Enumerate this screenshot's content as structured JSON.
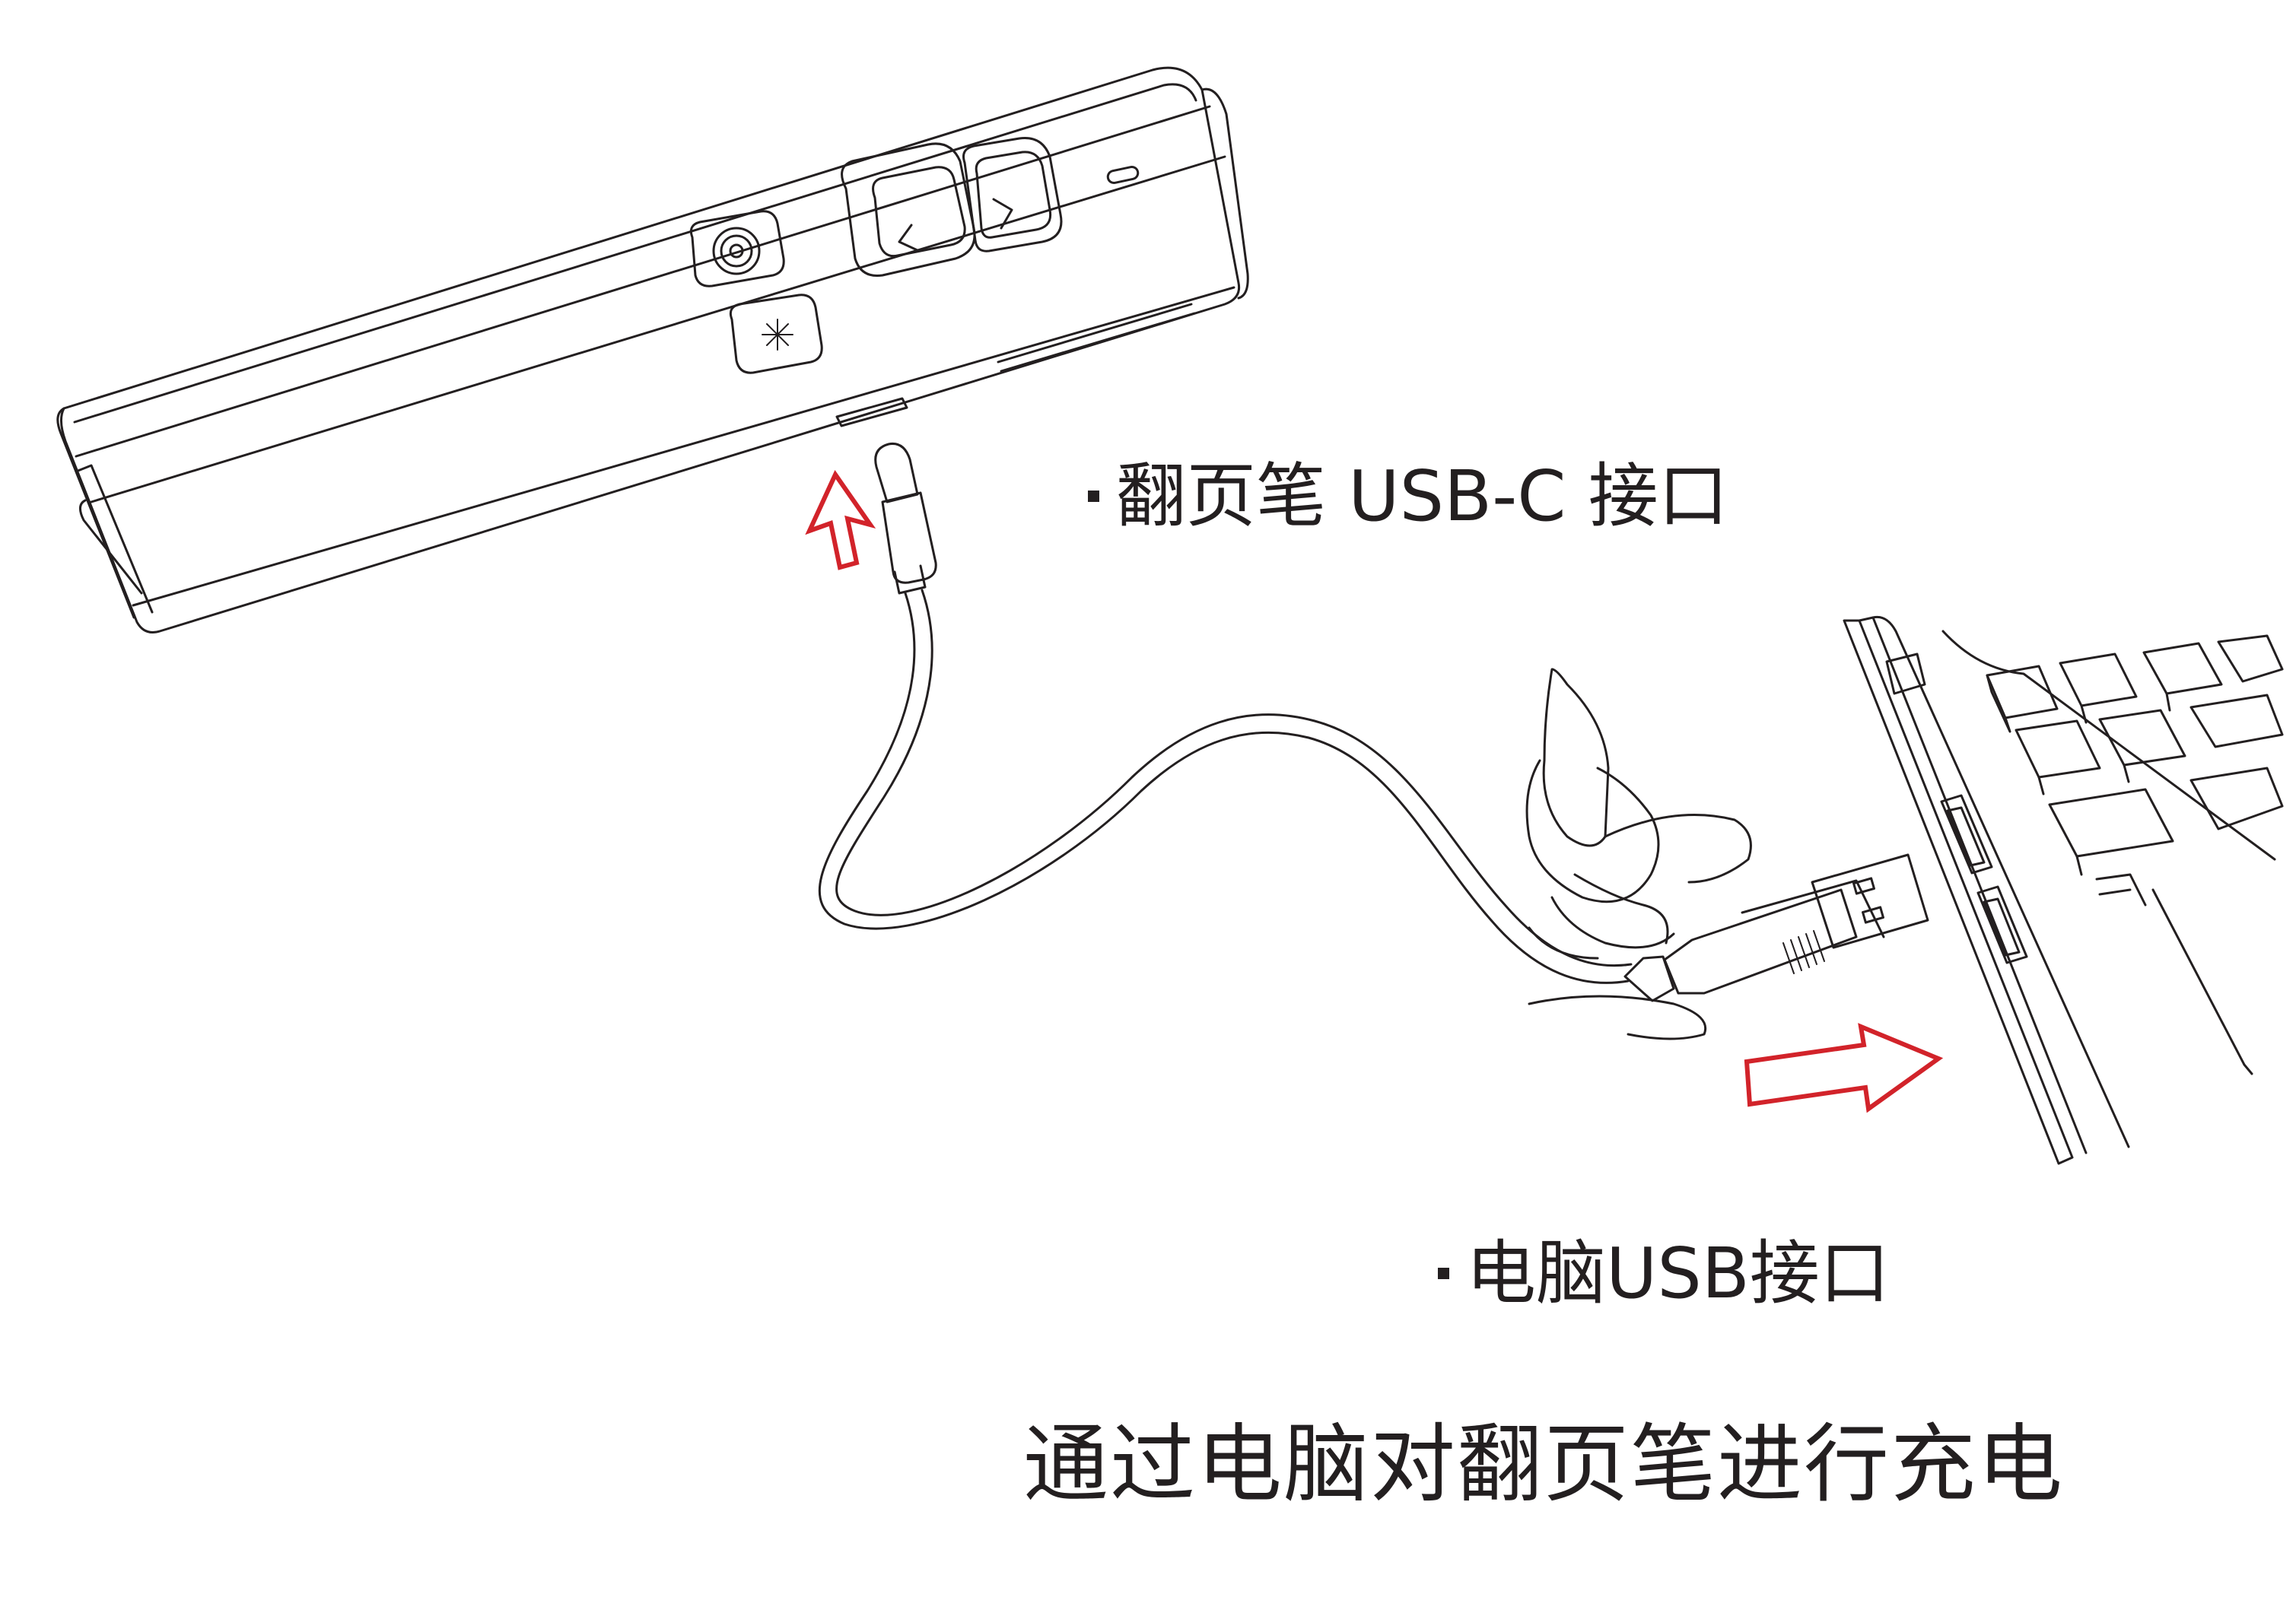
{
  "labels": {
    "presenter_port": "翻页笔 USB-C 接口",
    "computer_port": "电脑USB接口"
  },
  "caption": "通过电脑对翻页笔进行充电",
  "colors": {
    "line": "#231f20",
    "arrow": "#d2232a",
    "background": "#ffffff"
  },
  "icons": {
    "presenter": "presenter-remote",
    "cable": "usb-cable",
    "laptop": "laptop",
    "hand": "hand",
    "arrows": "red-outline-arrow"
  }
}
